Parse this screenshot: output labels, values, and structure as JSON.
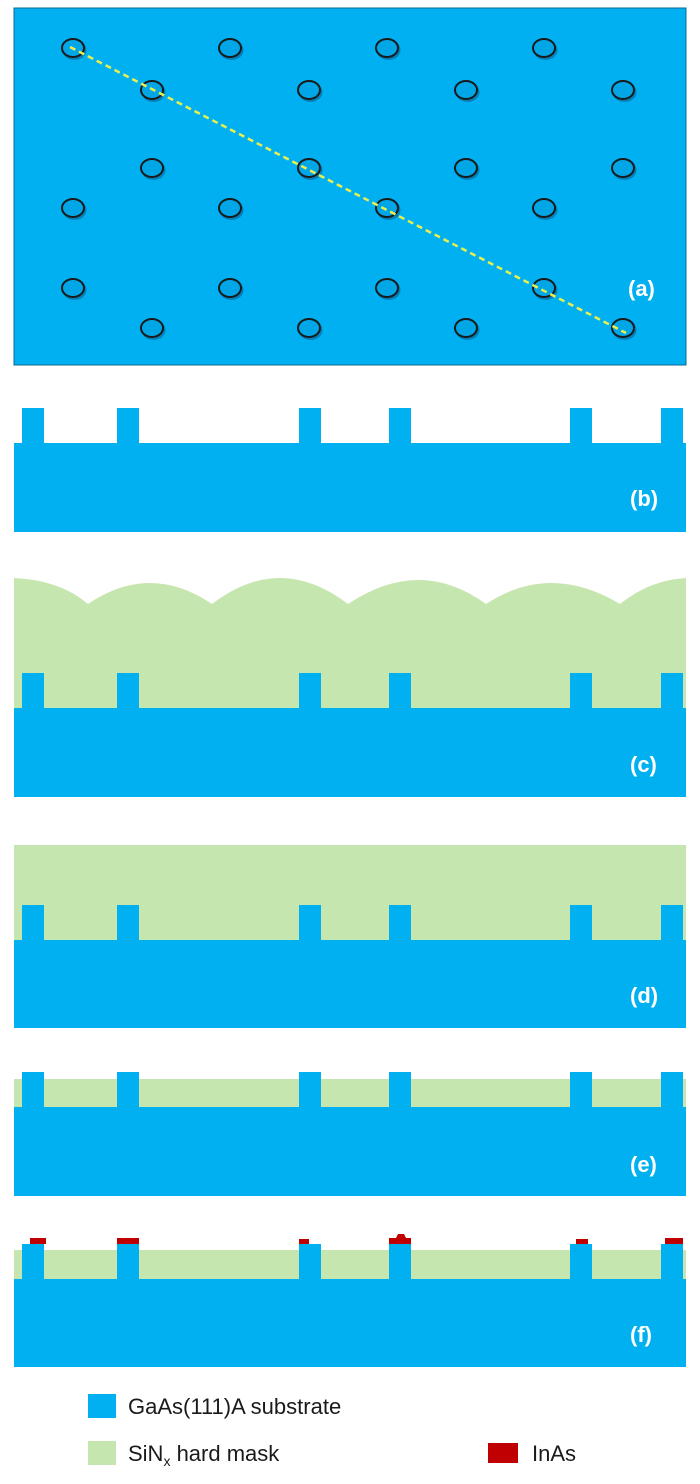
{
  "colors": {
    "substrate": "#00b0f0",
    "mask": "#c6e6b0",
    "inas": "#c00000",
    "diagonal": "#ffff66",
    "hole_edge": "#1a1a1a"
  },
  "panels": {
    "a": "(a)",
    "b": "(b)",
    "c": "(c)",
    "d": "(d)",
    "e": "(e)",
    "f": "(f)"
  },
  "legend": {
    "substrate": {
      "label": "GaAs(111)A substrate",
      "icon": "blue-square"
    },
    "mask": {
      "label_main": "SiN",
      "label_sub": "x",
      "label_rest": " hard mask",
      "icon": "green-square"
    },
    "inas": {
      "label": "InAs",
      "icon": "red-square"
    }
  }
}
